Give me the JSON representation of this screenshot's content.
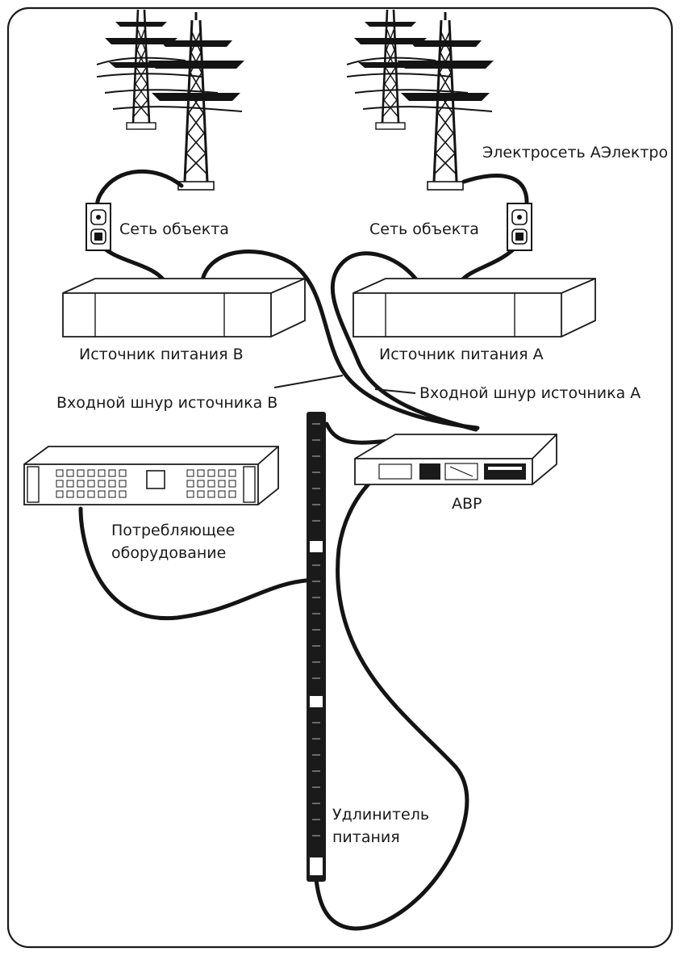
{
  "labels": {
    "utility_grid": "Электросеть АЭлектро",
    "facility_grid_b": "Сеть объекта",
    "facility_grid_a": "Сеть объекта",
    "power_source_b": "Источник питания В",
    "power_source_a": "Источник питания А",
    "input_cord_b": "Входной шнур источника В",
    "input_cord_a": "Входной шнур источника А",
    "ats": "АВР",
    "load_equipment_line1": "Потребляющее",
    "load_equipment_line2": "оборудование",
    "pdu_line1": "Удлинитель",
    "pdu_line2": "питания"
  },
  "icons": [
    "power-tower-icon",
    "wall-outlet-icon",
    "rack-ups-icon",
    "ats-unit-icon",
    "rack-equipment-icon",
    "vertical-pdu-icon"
  ]
}
